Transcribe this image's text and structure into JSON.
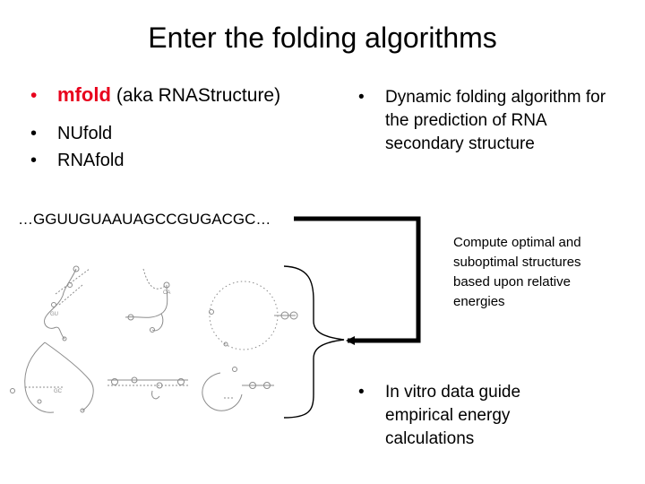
{
  "slide": {
    "title": "Enter the folding algorithms"
  },
  "left_bullets": {
    "item1_strong": "mfold",
    "item1_rest": "(aka RNAStructure)",
    "item2": "NUfold",
    "item3": "RNAfold"
  },
  "right_bullets": {
    "dynamic": "Dynamic folding algorithm for the prediction of RNA secondary structure",
    "compute": "Compute optimal and suboptimal structures based upon relative energies",
    "invitro": "In vitro data guide empirical energy calculations"
  },
  "sequence": "…GGUUGUAAUAGCCGUGACGC…",
  "bullet_glyph": "•",
  "colors": {
    "accent": "#e8001c",
    "text": "#000000",
    "structure_gray": "#8c8c8c"
  },
  "icons": {
    "structures": "rna-secondary-structure-diagrams",
    "bracket": "curly-brace",
    "arrow": "feedback-arrow"
  }
}
